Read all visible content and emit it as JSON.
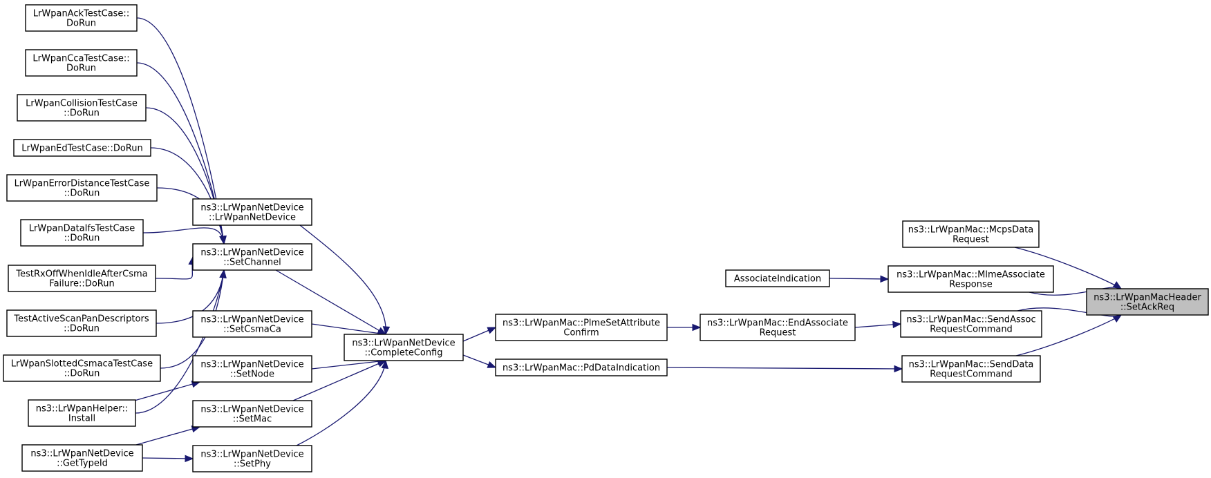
{
  "graph": {
    "colors": {
      "edge": "#191970",
      "root_fill": "#bfbfbf",
      "node_fill": "#ffffff",
      "border": "#000000"
    },
    "nodes": [
      {
        "id": "ack",
        "lines": [
          "LrWpanAckTestCase::",
          "DoRun"
        ]
      },
      {
        "id": "cca",
        "lines": [
          "LrWpanCcaTestCase::",
          "DoRun"
        ]
      },
      {
        "id": "coll",
        "lines": [
          "LrWpanCollisionTestCase",
          "::DoRun"
        ]
      },
      {
        "id": "ed",
        "lines": [
          "LrWpanEdTestCase::DoRun"
        ]
      },
      {
        "id": "errdist",
        "lines": [
          "LrWpanErrorDistanceTestCase",
          "::DoRun"
        ]
      },
      {
        "id": "ifs",
        "lines": [
          "LrWpanDataIfsTestCase",
          "::DoRun"
        ]
      },
      {
        "id": "rxoff",
        "lines": [
          "TestRxOffWhenIdleAfterCsma",
          "Failure::DoRun"
        ]
      },
      {
        "id": "scan",
        "lines": [
          "TestActiveScanPanDescriptors",
          "::DoRun"
        ]
      },
      {
        "id": "slotted",
        "lines": [
          "LrWpanSlottedCsmacaTestCase",
          "::DoRun"
        ]
      },
      {
        "id": "install",
        "lines": [
          "ns3::LrWpanHelper::",
          "Install"
        ]
      },
      {
        "id": "gettype",
        "lines": [
          "ns3::LrWpanNetDevice",
          "::GetTypeId"
        ]
      },
      {
        "id": "ctor",
        "lines": [
          "ns3::LrWpanNetDevice",
          "::LrWpanNetDevice"
        ]
      },
      {
        "id": "setchan",
        "lines": [
          "ns3::LrWpanNetDevice",
          "::SetChannel"
        ]
      },
      {
        "id": "setcsma",
        "lines": [
          "ns3::LrWpanNetDevice",
          "::SetCsmaCa"
        ]
      },
      {
        "id": "setnode",
        "lines": [
          "ns3::LrWpanNetDevice",
          "::SetNode"
        ]
      },
      {
        "id": "setmac",
        "lines": [
          "ns3::LrWpanNetDevice",
          "::SetMac"
        ]
      },
      {
        "id": "setphy",
        "lines": [
          "ns3::LrWpanNetDevice",
          "::SetPhy"
        ]
      },
      {
        "id": "complete",
        "lines": [
          "ns3::LrWpanNetDevice",
          "::CompleteConfig"
        ]
      },
      {
        "id": "plme",
        "lines": [
          "ns3::LrWpanMac::PlmeSetAttribute",
          "Confirm"
        ]
      },
      {
        "id": "pddata",
        "lines": [
          "ns3::LrWpanMac::PdDataIndication"
        ]
      },
      {
        "id": "assocind",
        "lines": [
          "AssociateIndication"
        ]
      },
      {
        "id": "endassoc",
        "lines": [
          "ns3::LrWpanMac::EndAssociate",
          "Request"
        ]
      },
      {
        "id": "mcps",
        "lines": [
          "ns3::LrWpanMac::McpsData",
          "Request"
        ]
      },
      {
        "id": "mlme",
        "lines": [
          "ns3::LrWpanMac::MlmeAssociate",
          "Response"
        ]
      },
      {
        "id": "sendassoc",
        "lines": [
          "ns3::LrWpanMac::SendAssoc",
          "RequestCommand"
        ]
      },
      {
        "id": "senddata",
        "lines": [
          "ns3::LrWpanMac::SendData",
          "RequestCommand"
        ]
      },
      {
        "id": "root",
        "lines": [
          "ns3::LrWpanMacHeader",
          "::SetAckReq"
        ],
        "highlight": true
      }
    ],
    "edges": [
      {
        "from": "ack",
        "to": "setchan"
      },
      {
        "from": "cca",
        "to": "setchan"
      },
      {
        "from": "coll",
        "to": "setchan"
      },
      {
        "from": "ed",
        "to": "setchan"
      },
      {
        "from": "errdist",
        "to": "setchan"
      },
      {
        "from": "ifs",
        "to": "setchan"
      },
      {
        "from": "rxoff",
        "to": "setchan"
      },
      {
        "from": "scan",
        "to": "setchan"
      },
      {
        "from": "slotted",
        "to": "setchan"
      },
      {
        "from": "install",
        "to": "setchan"
      },
      {
        "from": "install",
        "to": "setnode"
      },
      {
        "from": "gettype",
        "to": "setmac"
      },
      {
        "from": "gettype",
        "to": "setphy"
      },
      {
        "from": "ctor",
        "to": "complete"
      },
      {
        "from": "setchan",
        "to": "complete"
      },
      {
        "from": "setcsma",
        "to": "complete"
      },
      {
        "from": "setnode",
        "to": "complete"
      },
      {
        "from": "setmac",
        "to": "complete"
      },
      {
        "from": "setphy",
        "to": "complete"
      },
      {
        "from": "complete",
        "to": "plme"
      },
      {
        "from": "complete",
        "to": "pddata"
      },
      {
        "from": "plme",
        "to": "endassoc"
      },
      {
        "from": "endassoc",
        "to": "sendassoc"
      },
      {
        "from": "assocind",
        "to": "mlme"
      },
      {
        "from": "pddata",
        "to": "senddata"
      },
      {
        "from": "mcps",
        "to": "root"
      },
      {
        "from": "mlme",
        "to": "root"
      },
      {
        "from": "sendassoc",
        "to": "root"
      },
      {
        "from": "senddata",
        "to": "root"
      }
    ]
  }
}
